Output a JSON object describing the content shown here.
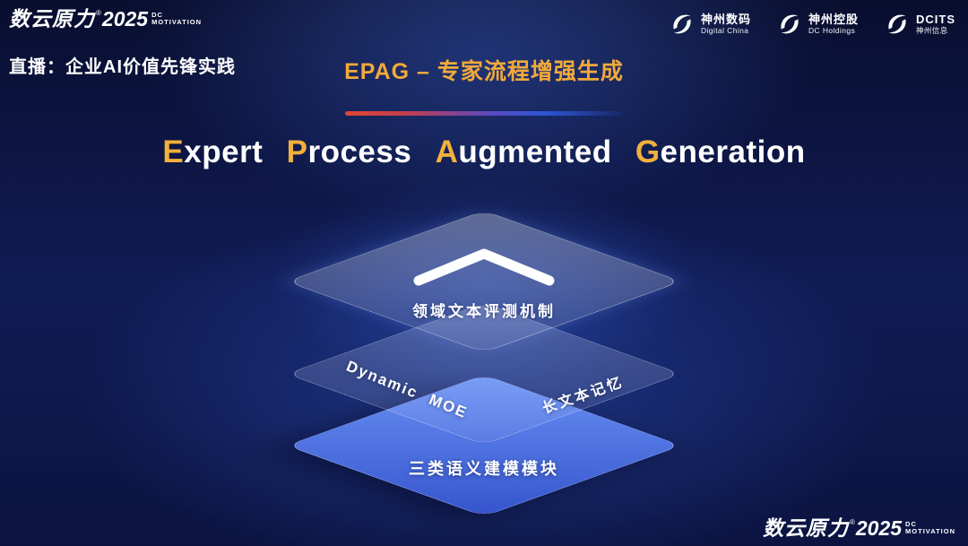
{
  "brand": {
    "name": "数云原力",
    "reg": "®",
    "year": "2025",
    "tag_line1": "DC",
    "tag_line2": "MOTIVATION"
  },
  "header": {
    "live_label": "直播：企业AI价值先锋实践",
    "slide_title": "EPAG – 专家流程增强生成",
    "partner_logos": [
      {
        "line1": "神州数码",
        "line2": "Digital China"
      },
      {
        "line1": "神州控股",
        "line2": "DC Holdings"
      },
      {
        "line1": "DCITS",
        "line2": "神州信息"
      }
    ]
  },
  "main": {
    "title_words": [
      {
        "initial": "E",
        "rest": "xpert"
      },
      {
        "initial": "P",
        "rest": "rocess"
      },
      {
        "initial": "A",
        "rest": "ugmented"
      },
      {
        "initial": "G",
        "rest": "eneration"
      }
    ]
  },
  "diagram": {
    "top_layer_label": "领域文本评测机制",
    "middle_layer_left_label": "Dynamic MOE",
    "middle_layer_right_label": "长文本记忆",
    "bottom_layer_label": "三类语义建模模块"
  },
  "colors": {
    "gold": "#f2a93b",
    "line_red": "#e04534",
    "line_blue": "#2e55d4",
    "layer_blue": "#4a79f0",
    "background_deep": "#090e2f",
    "background_glow": "#1d3e9e"
  }
}
